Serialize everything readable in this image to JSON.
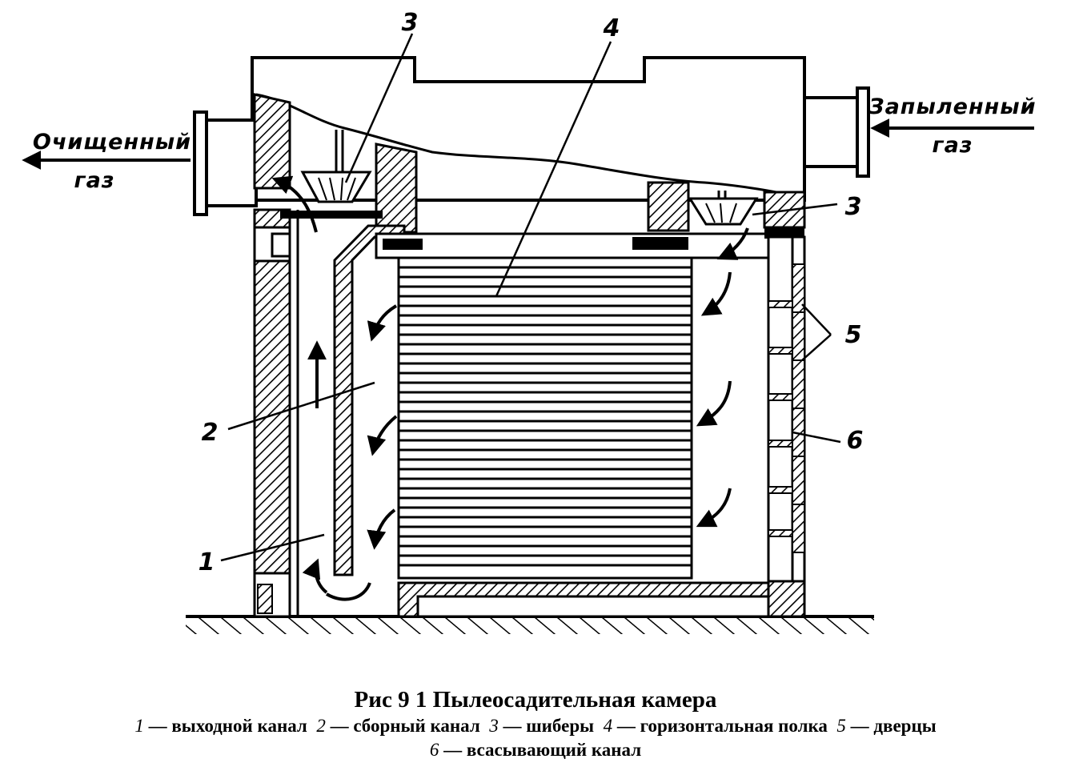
{
  "labels": {
    "outlet_gas": [
      "Очищенный",
      "газ"
    ],
    "inlet_gas": [
      "Запыленный",
      "газ"
    ],
    "numbers": [
      "1",
      "2",
      "3",
      "3",
      "4",
      "5",
      "6"
    ]
  },
  "caption": {
    "title": "Рис  9 1  Пылеосадительная камера",
    "items": [
      {
        "num": "1",
        "text": "— выходной канал"
      },
      {
        "num": "2",
        "text": "— сборный канал"
      },
      {
        "num": "3",
        "text": "— шиберы"
      },
      {
        "num": "4",
        "text": "— горизонтальная полка"
      },
      {
        "num": "5",
        "text": "— дверцы"
      },
      {
        "num": "6",
        "text": "— всасывающий канал"
      }
    ]
  }
}
